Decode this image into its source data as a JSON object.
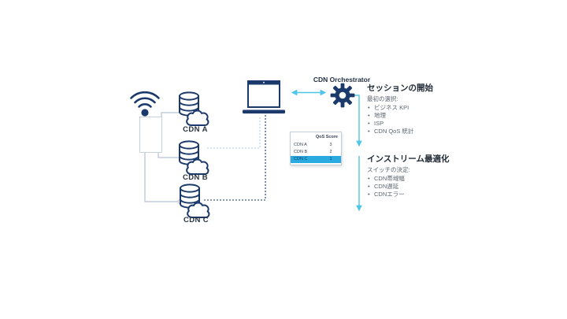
{
  "diagram": {
    "cdn_nodes": [
      {
        "label": "CDN A"
      },
      {
        "label": "CDN B"
      },
      {
        "label": "CDN C"
      }
    ],
    "orchestrator_label": "CDN Orchestrator",
    "qos_table": {
      "header": "QoS Score",
      "rows": [
        {
          "name": "CDN A",
          "score": "3",
          "highlighted": false
        },
        {
          "name": "CDN B",
          "score": "2",
          "highlighted": false
        },
        {
          "name": "CDN C",
          "score": "1",
          "highlighted": true
        }
      ]
    },
    "session_section": {
      "title": "セッションの開始",
      "subtitle": "最初の選択:",
      "bullets": [
        "ビジネス KPI",
        "地理",
        "ISP",
        "CDN QoS 統計"
      ]
    },
    "instream_section": {
      "title": "インストリーム最適化",
      "subtitle": "スイッチの決定:",
      "bullets": [
        "CDN帯域幅",
        "CDN遅延",
        "CDNエラー"
      ]
    },
    "colors": {
      "navy": "#1b3a6b",
      "cyan": "#4fc6e9",
      "highlight_row": "#29abe2",
      "connector_gray": "#b6c2d4",
      "dotted_light": "#9fcfe8"
    }
  }
}
